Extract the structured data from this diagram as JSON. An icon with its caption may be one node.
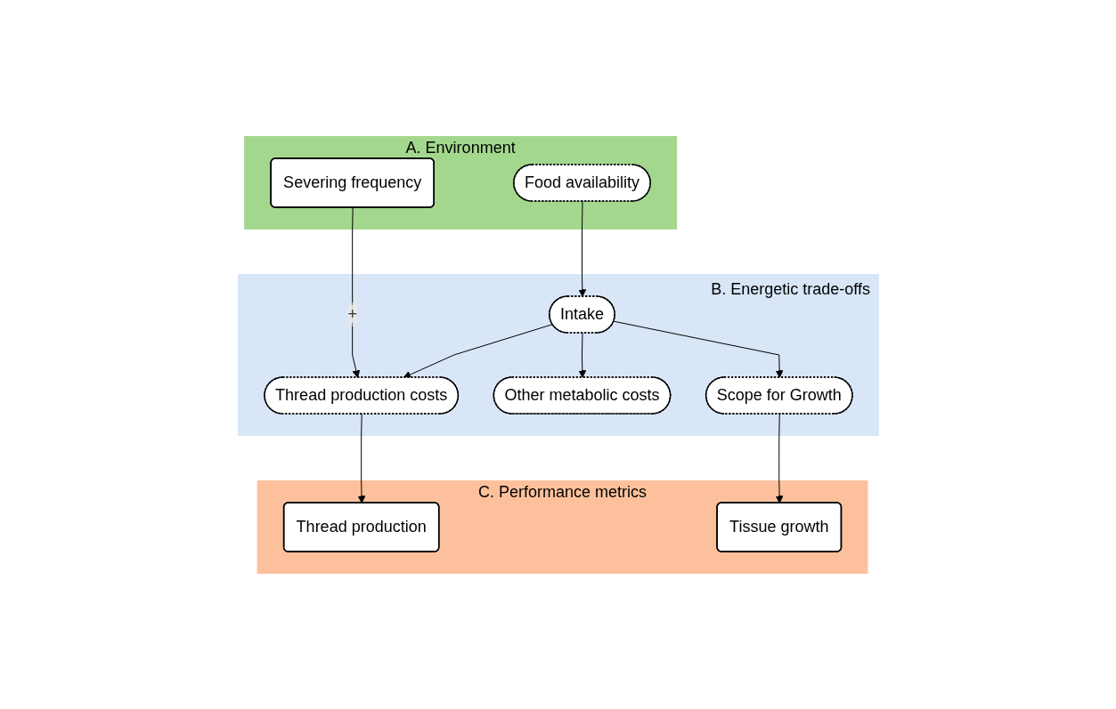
{
  "diagram": {
    "nodes": [
      {
        "text": [
          "A. Environment"
        ]
      },
      {
        "text": [
          "Severing frequency"
        ],
        "in": 0
      },
      {
        "text": [
          "Food availability"
        ],
        "in": 0
      },
      {
        "text": [
          "B. Energetic trade-offs"
        ]
      },
      {
        "text": [
          "Intake"
        ],
        "in": 3
      },
      {
        "text": [
          "Thread production costs"
        ],
        "in": 3
      },
      {
        "text": [
          "Other metabolic costs"
        ],
        "in": 3
      },
      {
        "text": [
          "Scope for Growth"
        ],
        "in": 3
      },
      {
        "text": [
          "C. Performance metrics"
        ]
      },
      {
        "text": [
          "Thread production"
        ],
        "in": 8
      },
      {
        "text": [
          "Tissue growth"
        ],
        "in": 8
      }
    ],
    "edges": [
      {
        "from": 1,
        "to": 5,
        "arrow": "to",
        "label": "+"
      },
      {
        "from": 2,
        "to": 4,
        "arrow": "to"
      },
      {
        "from": 4,
        "to": 5,
        "arrow": "to"
      },
      {
        "from": 4,
        "to": 6,
        "arrow": "to"
      },
      {
        "from": 4,
        "to": 7,
        "arrow": "to"
      },
      {
        "from": 5,
        "to": 9,
        "arrow": "to"
      },
      {
        "from": 7,
        "to": 10,
        "arrow": "to"
      }
    ]
  }
}
